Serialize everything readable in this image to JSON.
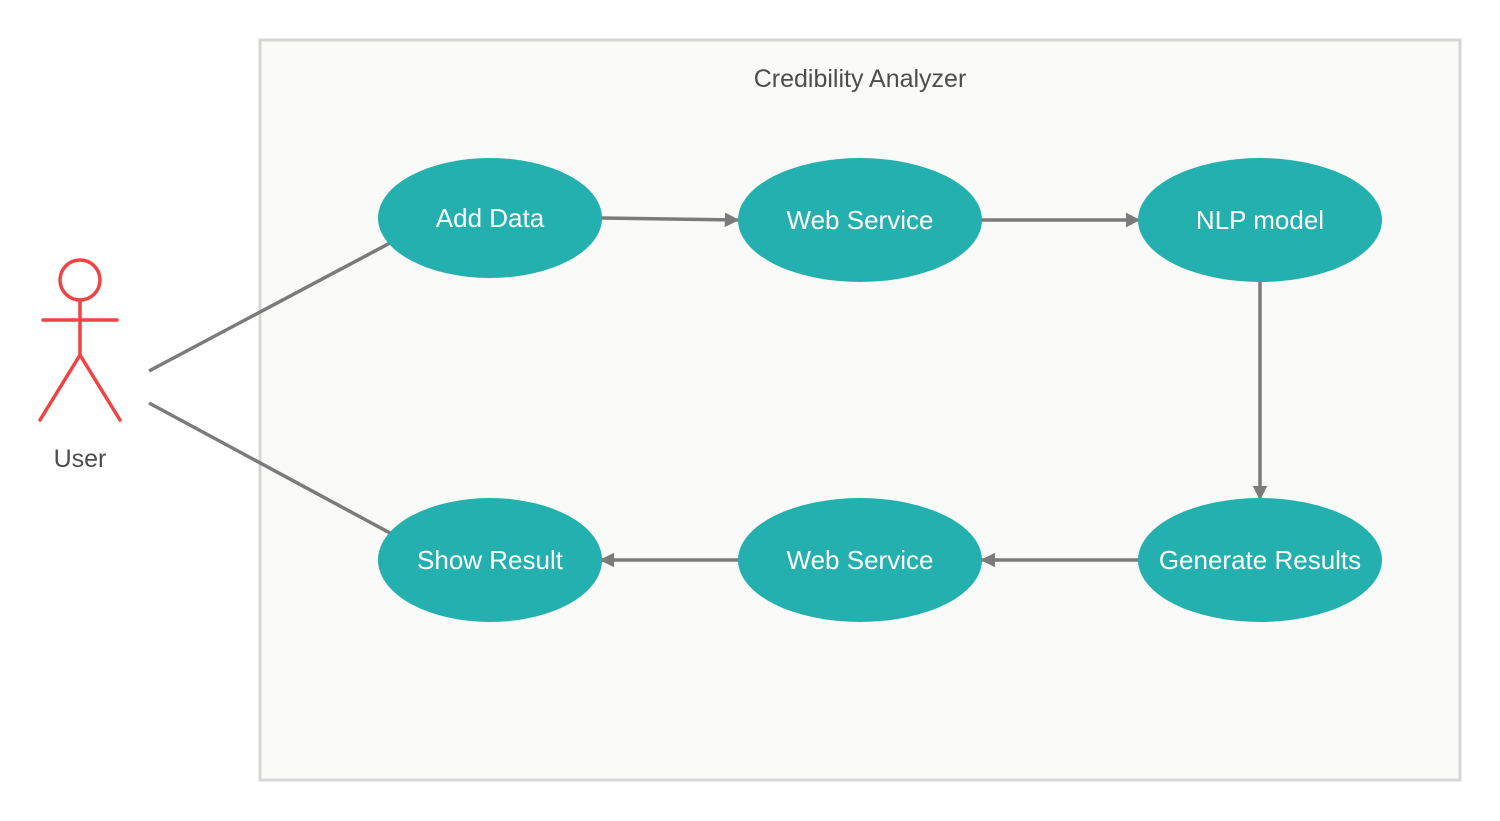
{
  "diagram": {
    "system": {
      "title": "Credibility Analyzer"
    },
    "actor": {
      "label": "User"
    },
    "use_cases": [
      {
        "id": "add-data",
        "label": "Add Data"
      },
      {
        "id": "web-service-1",
        "label": "Web Service"
      },
      {
        "id": "nlp-model",
        "label": "NLP model"
      },
      {
        "id": "generate-results",
        "label": "Generate Results"
      },
      {
        "id": "web-service-2",
        "label": "Web Service"
      },
      {
        "id": "show-result",
        "label": "Show Result"
      }
    ],
    "associations": [
      {
        "from": "user",
        "to": "add-data"
      },
      {
        "from": "user",
        "to": "show-result"
      }
    ],
    "flows": [
      {
        "from": "add-data",
        "to": "web-service-1"
      },
      {
        "from": "web-service-1",
        "to": "nlp-model"
      },
      {
        "from": "nlp-model",
        "to": "generate-results"
      },
      {
        "from": "generate-results",
        "to": "web-service-2"
      },
      {
        "from": "web-service-2",
        "to": "show-result"
      }
    ]
  },
  "colors": {
    "usecase_fill": "#24b0ae",
    "actor_stroke": "#ee4444",
    "connector": "#7b7b7b",
    "system_fill": "#fafaf8",
    "system_border": "#d6d6d6",
    "text_dark": "#4d4d4d",
    "text_light": "#ffffff"
  }
}
